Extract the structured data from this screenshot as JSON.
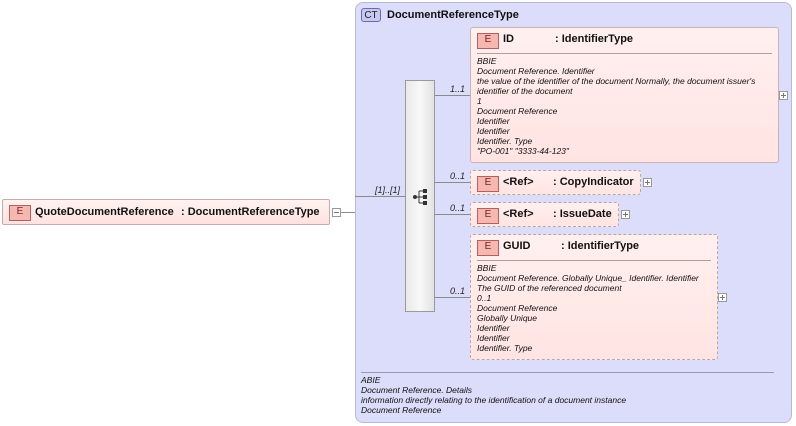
{
  "root": {
    "badge": "E",
    "name": "QuoteDocumentReference",
    "type": ": DocumentReferenceType"
  },
  "complex_type": {
    "badge": "CT",
    "name": "DocumentReferenceType",
    "annotation": [
      "ABIE",
      "Document Reference. Details",
      "information directly relating to the identification of a document instance",
      "Document Reference"
    ]
  },
  "sequence": {
    "multiplicity": "[1]..[1]"
  },
  "elements": [
    {
      "badge": "E",
      "name": "ID",
      "type": ": IdentifierType",
      "multiplicity": "1..1",
      "annotation": [
        "BBIE",
        "Document Reference. Identifier",
        "the value of the identifier of the document Normally, the document issuer's",
        "identifier of the document",
        "1",
        "Document Reference",
        "Identifier",
        "Identifier",
        "Identifier. Type",
        "\"PO-001\" \"3333-44-123\""
      ]
    },
    {
      "badge": "E",
      "name": "<Ref>",
      "type": ": CopyIndicator",
      "multiplicity": "0..1",
      "annotation": []
    },
    {
      "badge": "E",
      "name": "<Ref>",
      "type": ": IssueDate",
      "multiplicity": "0..1",
      "annotation": []
    },
    {
      "badge": "E",
      "name": "GUID",
      "type": ": IdentifierType",
      "multiplicity": "0..1",
      "annotation": [
        "BBIE",
        "Document Reference. Globally Unique_ Identifier. Identifier",
        "The GUID of the referenced document",
        "0..1",
        "Document Reference",
        "Globally Unique",
        "Identifier",
        "Identifier",
        "Identifier. Type"
      ]
    }
  ]
}
